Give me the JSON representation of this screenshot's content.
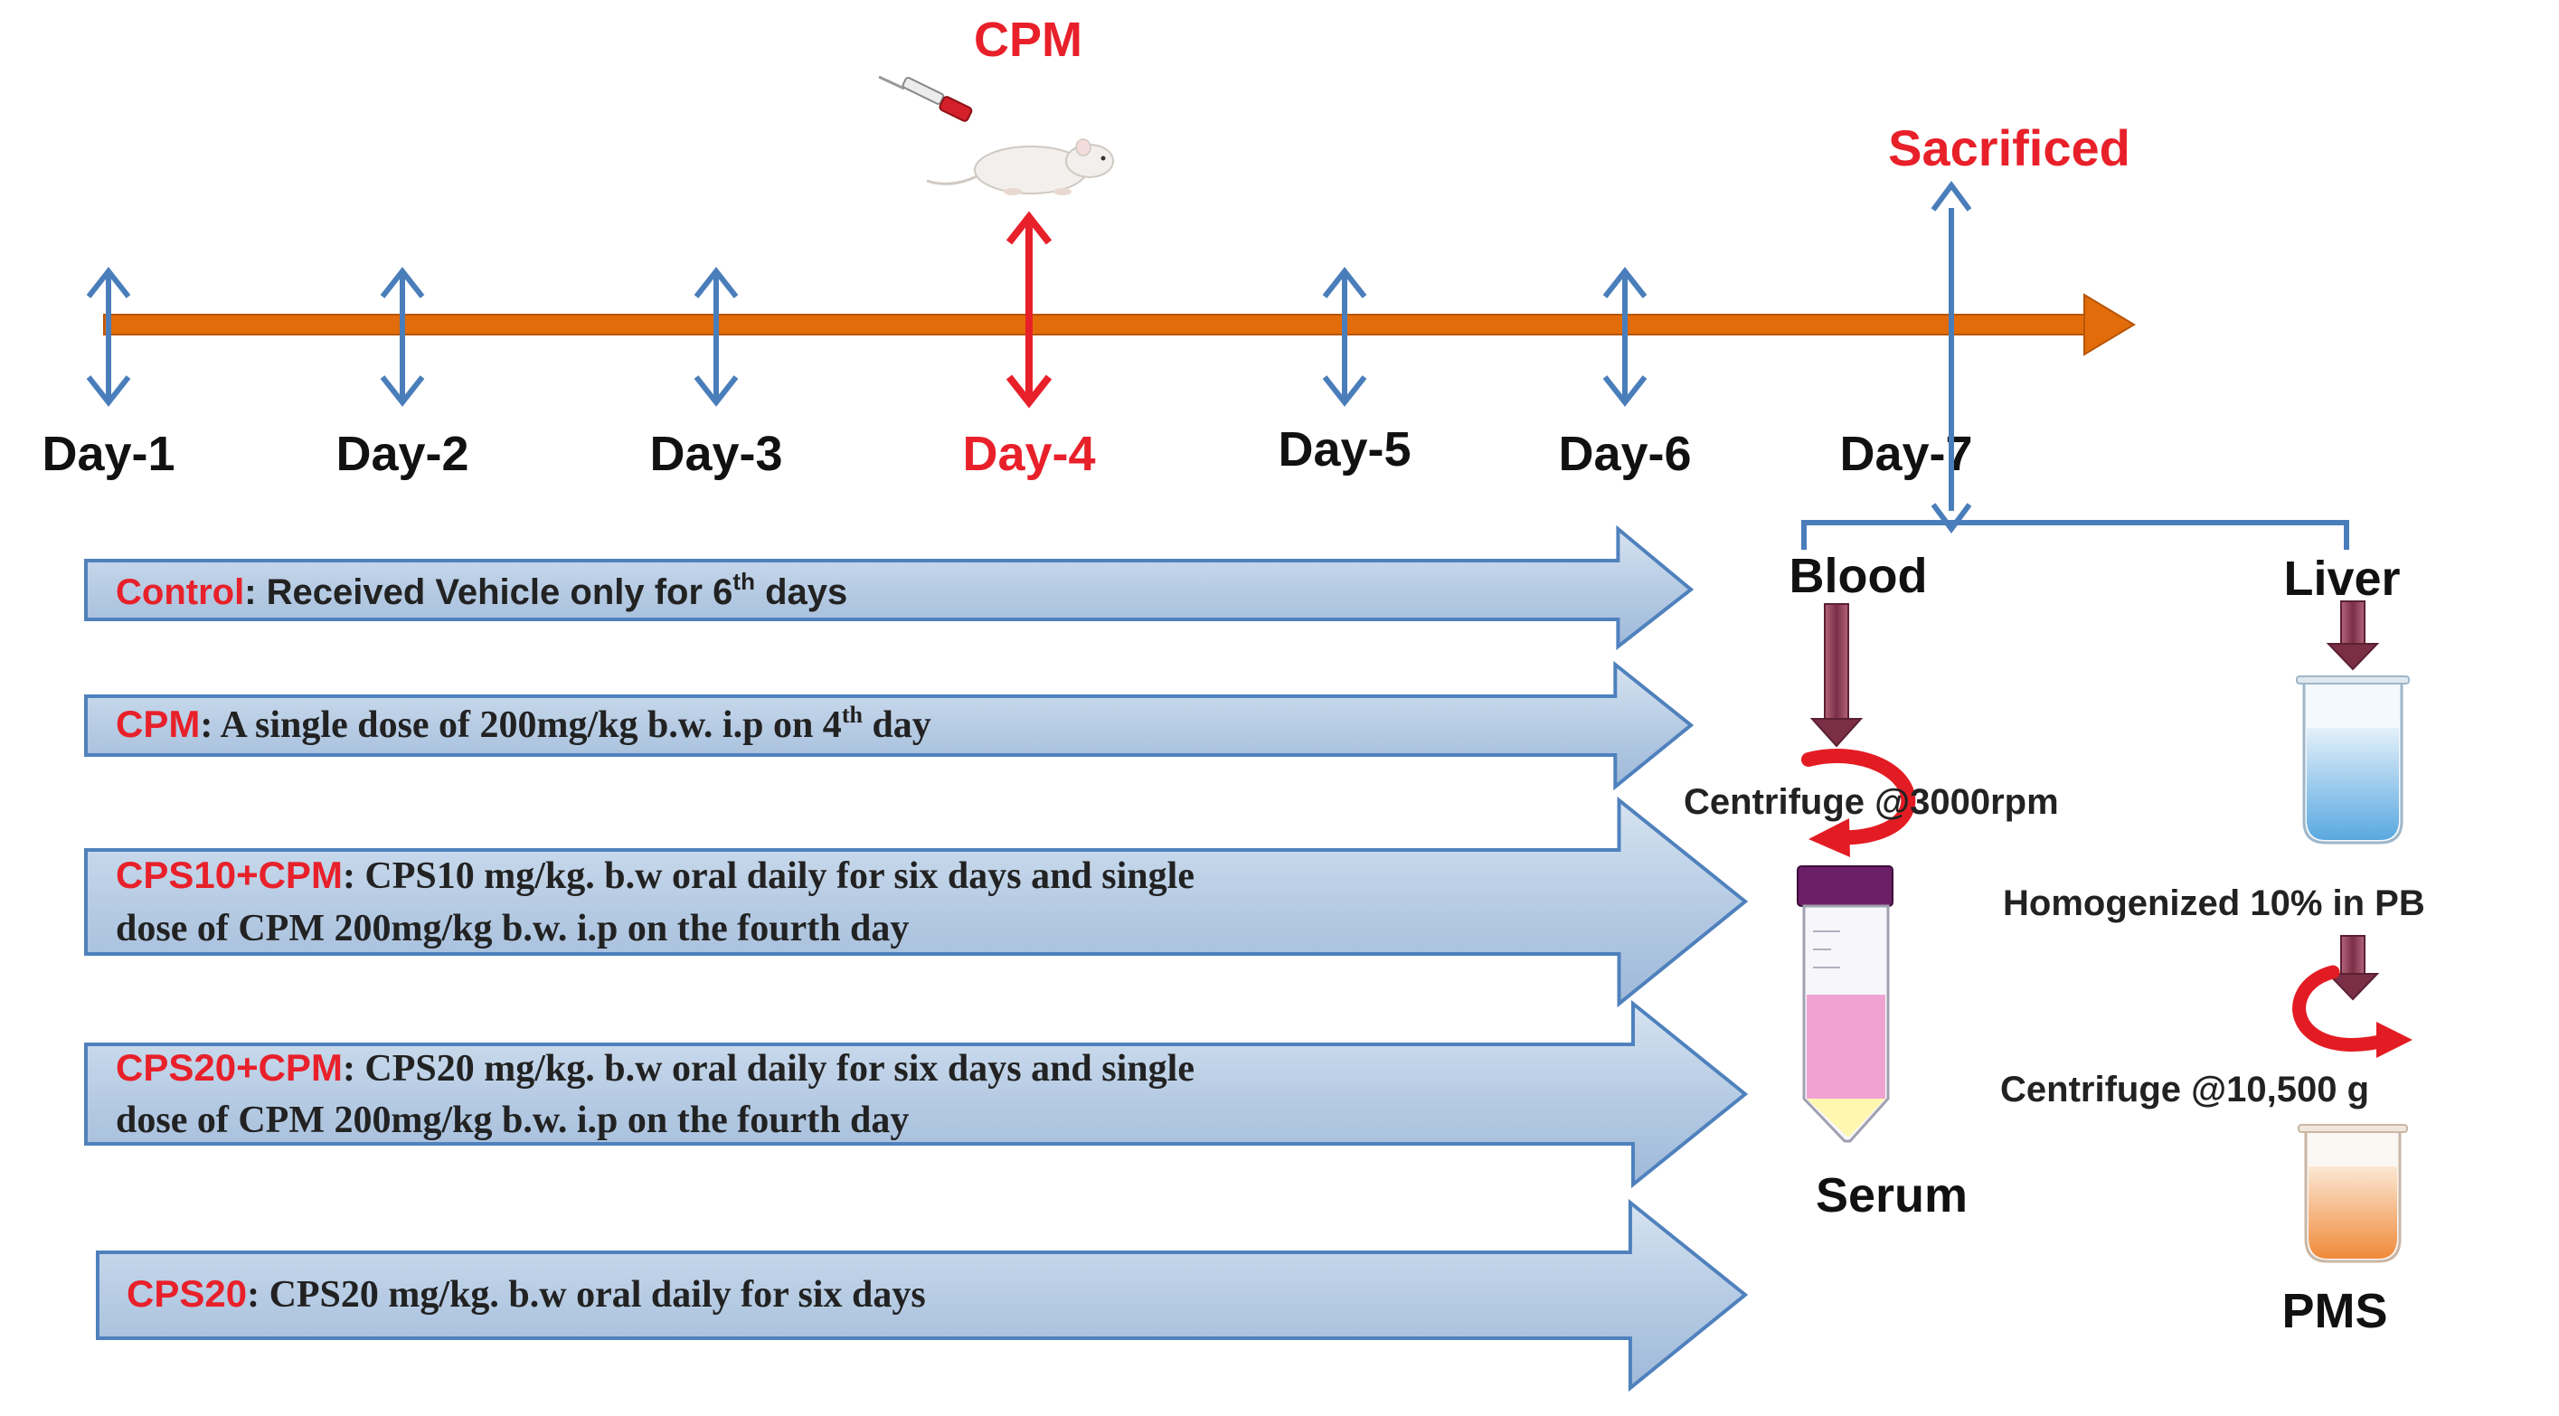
{
  "timeline": {
    "days": [
      {
        "label": "Day-1"
      },
      {
        "label": "Day-2"
      },
      {
        "label": "Day-3"
      },
      {
        "label": "Day-4"
      },
      {
        "label": "Day-5"
      },
      {
        "label": "Day-6"
      },
      {
        "label": "Day-7"
      }
    ],
    "cpm_label": "CPM",
    "sacrificed_label": "Sacrificed"
  },
  "groups": [
    {
      "name": "Control",
      "text": ": Received Vehicle only  for  6",
      "sup": "th",
      "tail": "  days"
    },
    {
      "name": "CPM",
      "text": ": A single dose of 200mg/kg b.w. i.p on 4",
      "sup": "th",
      "tail": "  day"
    },
    {
      "name": "CPS10+CPM",
      "line1": ": CPS10 mg/kg. b.w  oral daily for six days and single",
      "line2": "dose of  CPM 200mg/kg b.w. i.p on the fourth day"
    },
    {
      "name": "CPS20+CPM",
      "line1": ": CPS20 mg/kg. b.w  oral daily for six days and single",
      "line2": "dose of  CPM 200mg/kg b.w. i.p on the fourth day"
    },
    {
      "name": "CPS20",
      "text": ": CPS20 mg/kg. b.w  oral daily for six days"
    }
  ],
  "processing": {
    "blood": "Blood",
    "liver": "Liver",
    "centrifuge_blood": "Centrifuge @3000rpm",
    "serum": "Serum",
    "homogenized": "Homogenized 10% in PB",
    "centrifuge_liver": "Centrifuge @10,500 g",
    "pms": "PMS"
  },
  "colors": {
    "red": "#e8202a",
    "blue_arrow": "#4a7ebb",
    "orange": "#e36c0a",
    "group_fill": "#b9cde5",
    "group_stroke": "#4f81bd",
    "dark_red_arrow": "#8b3a52"
  }
}
